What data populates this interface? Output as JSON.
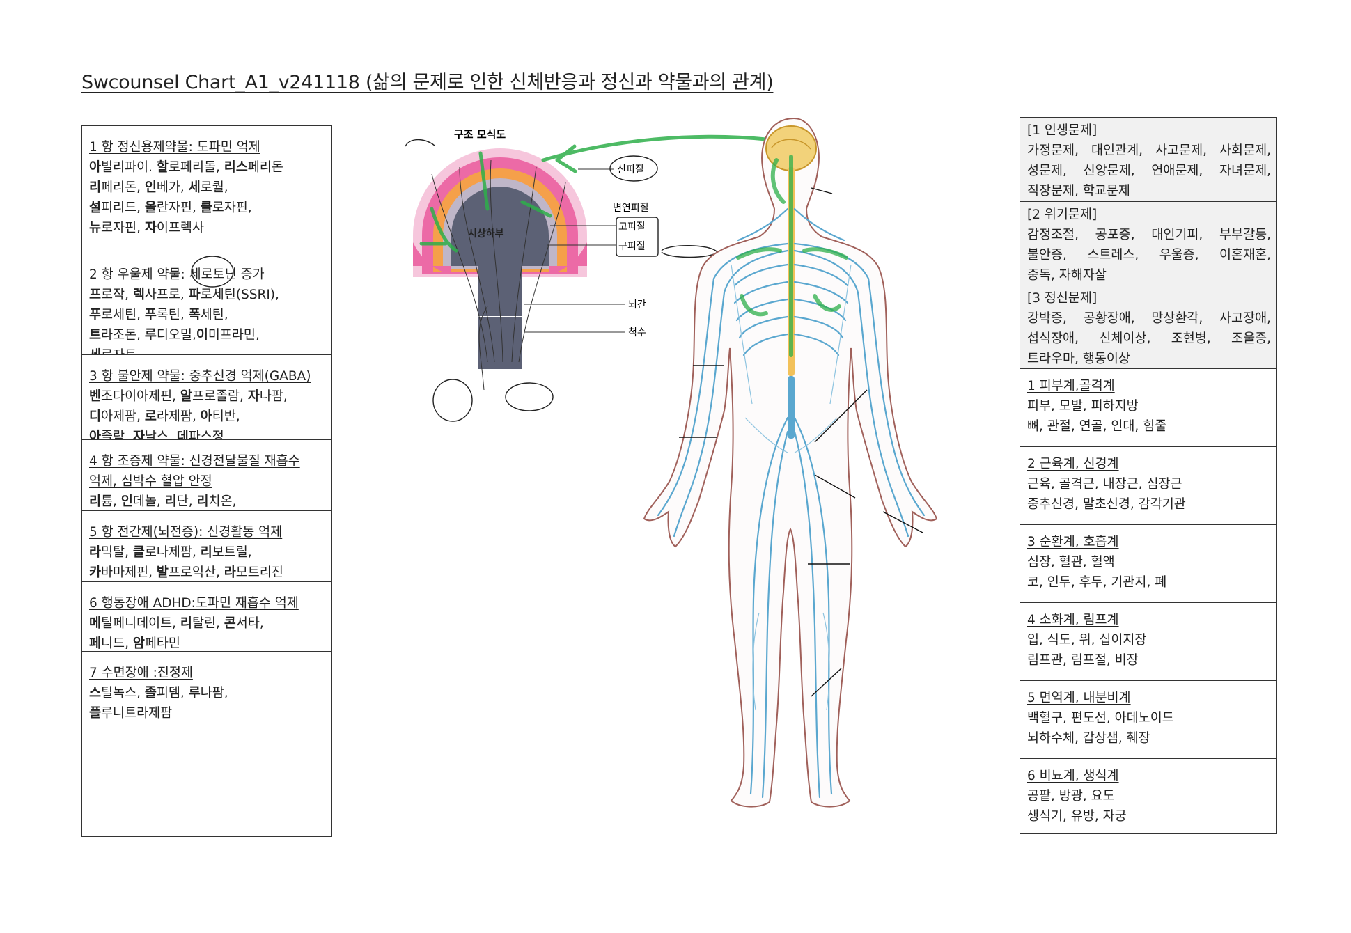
{
  "title": "Swcounsel Chart_A1_v241118 (삶의 문제로 인한 신체반응과 정신과 약물과의 관계)",
  "drugs": [
    {
      "title": "1 항 정신용제약물: 도파민 억제",
      "lines": [
        [
          {
            "t": "아",
            "b": true
          },
          {
            "t": "빌리파이. ",
            "b": false
          },
          {
            "t": "할",
            "b": true
          },
          {
            "t": "로페리돌, ",
            "b": false
          },
          {
            "t": "리스",
            "b": true
          },
          {
            "t": "페리돈",
            "b": false
          }
        ],
        [
          {
            "t": "리",
            "b": true
          },
          {
            "t": "페리돈, ",
            "b": false
          },
          {
            "t": "인",
            "b": true
          },
          {
            "t": "베가, ",
            "b": false
          },
          {
            "t": "세",
            "b": true
          },
          {
            "t": "로퀄,",
            "b": false
          }
        ],
        [
          {
            "t": "설",
            "b": true
          },
          {
            "t": "피리드, ",
            "b": false
          },
          {
            "t": "올",
            "b": true
          },
          {
            "t": "란자핀, ",
            "b": false
          },
          {
            "t": "클",
            "b": true
          },
          {
            "t": "로자핀,",
            "b": false
          }
        ],
        [
          {
            "t": "뉴",
            "b": true
          },
          {
            "t": "로자핀, ",
            "b": false
          },
          {
            "t": "자",
            "b": true
          },
          {
            "t": "이프렉사",
            "b": false
          }
        ]
      ]
    },
    {
      "title": "2 항 우울제 약물: 세로토닌 증가",
      "lines": [
        [
          {
            "t": "프",
            "b": true
          },
          {
            "t": "로작, ",
            "b": false
          },
          {
            "t": "렉",
            "b": true
          },
          {
            "t": "사프로, ",
            "b": false
          },
          {
            "t": "파",
            "b": true
          },
          {
            "t": "로세틴(SSRI),",
            "b": false
          }
        ],
        [
          {
            "t": "푸",
            "b": true
          },
          {
            "t": "로세틴, ",
            "b": false
          },
          {
            "t": "푸",
            "b": true
          },
          {
            "t": "록틴, ",
            "b": false
          },
          {
            "t": "폭",
            "b": true
          },
          {
            "t": "세틴,",
            "b": false
          }
        ],
        [
          {
            "t": "트",
            "b": true
          },
          {
            "t": "라조돈, ",
            "b": false
          },
          {
            "t": "루",
            "b": true
          },
          {
            "t": "디오밀,",
            "b": false
          },
          {
            "t": "이",
            "b": true
          },
          {
            "t": "미프라민,",
            "b": false
          }
        ],
        [
          {
            "t": "세",
            "b": true
          },
          {
            "t": "로자트",
            "b": false
          }
        ]
      ]
    },
    {
      "title": "3 항 불안제 약물: 중추신경 억제(GABA)",
      "lines": [
        [
          {
            "t": "벤",
            "b": true
          },
          {
            "t": "조다이아제핀, ",
            "b": false
          },
          {
            "t": "알",
            "b": true
          },
          {
            "t": "프로졸람, ",
            "b": false
          },
          {
            "t": "자",
            "b": true
          },
          {
            "t": "나팜,",
            "b": false
          }
        ],
        [
          {
            "t": "디",
            "b": true
          },
          {
            "t": "아제팜, ",
            "b": false
          },
          {
            "t": "로",
            "b": true
          },
          {
            "t": "라제팜, ",
            "b": false
          },
          {
            "t": "아",
            "b": true
          },
          {
            "t": "티반,",
            "b": false
          }
        ],
        [
          {
            "t": "아",
            "b": true
          },
          {
            "t": "졸락, ",
            "b": false
          },
          {
            "t": "자",
            "b": true
          },
          {
            "t": "낙스, ",
            "b": false
          },
          {
            "t": "데",
            "b": true
          },
          {
            "t": "파스정",
            "b": false
          }
        ]
      ]
    },
    {
      "title": "4 항 조증제 약물: 신경전달물질 재흡수",
      "lines": [
        [
          {
            "t": "억제, 심박수 혈압 안정",
            "b": false,
            "u": true
          }
        ],
        [
          {
            "t": "리",
            "b": true
          },
          {
            "t": "튬, ",
            "b": false
          },
          {
            "t": "인",
            "b": true
          },
          {
            "t": "데놀, ",
            "b": false
          },
          {
            "t": "리",
            "b": true
          },
          {
            "t": "단, ",
            "b": false
          },
          {
            "t": "리",
            "b": true
          },
          {
            "t": "치온,",
            "b": false
          }
        ]
      ]
    },
    {
      "title": "5 항 전간제(뇌전증): 신경활동 억제",
      "lines": [
        [
          {
            "t": "라",
            "b": true
          },
          {
            "t": "믹탈, ",
            "b": false
          },
          {
            "t": "클",
            "b": true
          },
          {
            "t": "로나제팜, ",
            "b": false
          },
          {
            "t": "리",
            "b": true
          },
          {
            "t": "보트릴,",
            "b": false
          }
        ],
        [
          {
            "t": "카",
            "b": true
          },
          {
            "t": "바마제핀, ",
            "b": false
          },
          {
            "t": "발",
            "b": true
          },
          {
            "t": "프로익산, ",
            "b": false
          },
          {
            "t": "라",
            "b": true
          },
          {
            "t": "모트리진",
            "b": false
          }
        ]
      ]
    },
    {
      "title": "6 행동장애 ADHD:도파민 재흡수 억제",
      "lines": [
        [
          {
            "t": "메",
            "b": true
          },
          {
            "t": "틸페니데이트, ",
            "b": false
          },
          {
            "t": "리",
            "b": true
          },
          {
            "t": "탈린, ",
            "b": false
          },
          {
            "t": "콘",
            "b": true
          },
          {
            "t": "서타,",
            "b": false
          }
        ],
        [
          {
            "t": "페",
            "b": true
          },
          {
            "t": "니드, ",
            "b": false
          },
          {
            "t": "암",
            "b": true
          },
          {
            "t": "페타민",
            "b": false
          }
        ]
      ]
    },
    {
      "title": "7 수면장애 :진정제",
      "lines": [
        [
          {
            "t": "스",
            "b": true
          },
          {
            "t": "틸녹스, ",
            "b": false
          },
          {
            "t": "졸",
            "b": true
          },
          {
            "t": "피뎀, ",
            "b": false
          },
          {
            "t": "루",
            "b": true
          },
          {
            "t": "나팜,",
            "b": false
          }
        ],
        [
          {
            "t": "플",
            "b": true
          },
          {
            "t": "루니트라제팜",
            "b": false
          }
        ]
      ]
    }
  ],
  "problems": [
    {
      "title": "[1 인생문제]",
      "lines": [
        "가정문제, 대인관계, 사고문제, 사회문제,",
        "성문제, 신앙문제, 연애문제, 자녀문제,",
        "직장문제, 학교문제"
      ]
    },
    {
      "title": "[2 위기문제]",
      "lines": [
        "감정조절, 공포증, 대인기피, 부부갈등,",
        "불안증, 스트레스, 우울증, 이혼재혼,",
        "중독, 자해자살"
      ]
    },
    {
      "title": "[3 정신문제]",
      "lines": [
        "강박증, 공황장애, 망상환각, 사고장애,",
        "섭식장애, 신체이상, 조현병, 조울증,",
        "트라우마, 행동이상"
      ]
    }
  ],
  "systems": [
    {
      "title": "1 피부계,골격계",
      "lines": [
        "피부, 모발, 피하지방",
        "뼈, 관절, 연골, 인대, 힘줄"
      ]
    },
    {
      "title": "2 근육계, 신경계",
      "lines": [
        "근육, 골격근, 내장근, 심장근",
        "중추신경, 말초신경, 감각기관"
      ]
    },
    {
      "title": "3 순환계, 호흡계",
      "lines": [
        "심장, 혈관, 혈액",
        "코, 인두, 후두, 기관지, 폐"
      ]
    },
    {
      "title": "4 소화계, 림프계",
      "lines": [
        "입, 식도, 위, 십이지장",
        "림프관, 림프절, 비장"
      ]
    },
    {
      "title": "5 면역계, 내분비계",
      "lines": [
        "백혈구, 편도선, 아데노이드",
        "뇌하수체, 갑상샘, 췌장"
      ]
    },
    {
      "title": "6 비뇨계, 생식계",
      "lines": [
        "공팥, 방광, 요도",
        "생식기, 유방, 자궁"
      ]
    }
  ],
  "brain": {
    "heading": "구조 모식도",
    "center": "시상하부",
    "labels": {
      "neocortex": "신피질",
      "limbic": "변연피질",
      "paleo": "고피질",
      "archi": "구피질",
      "brainstem": "뇌간",
      "spinal": "척수"
    }
  },
  "colors": {
    "nerve": "#5aa7cf",
    "outline": "#a0605a",
    "spine": "#f2c15a",
    "marker": "#2eaf4a",
    "cortex_pink": "#e8569a",
    "cortex_orange": "#f5a04a"
  }
}
